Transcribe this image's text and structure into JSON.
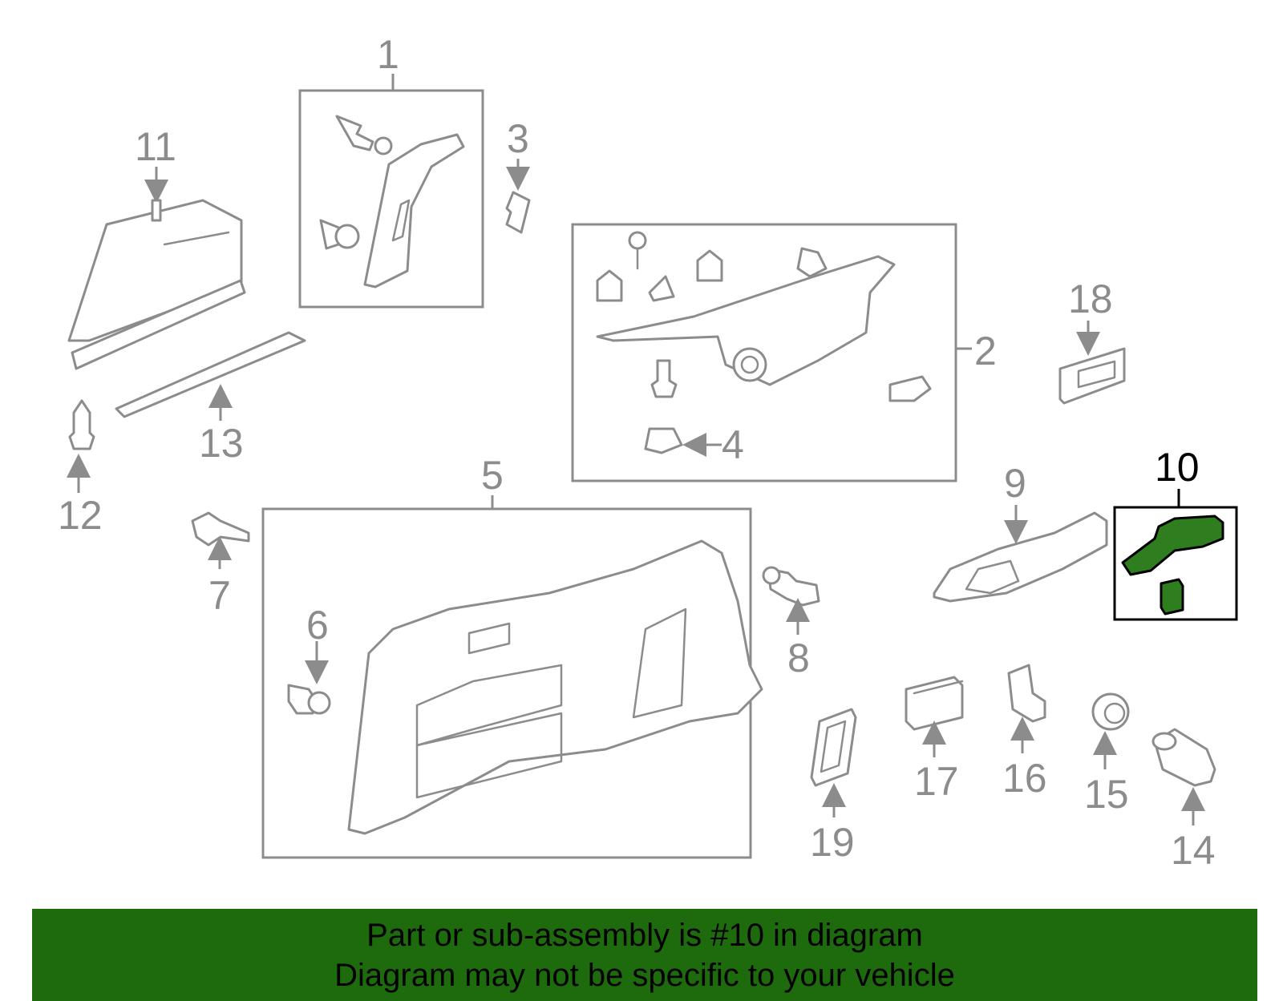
{
  "callouts": {
    "c1": "1",
    "c2": "2",
    "c3": "3",
    "c4": "4",
    "c5": "5",
    "c6": "6",
    "c7": "7",
    "c8": "8",
    "c9": "9",
    "c10": "10",
    "c11": "11",
    "c12": "12",
    "c13": "13",
    "c14": "14",
    "c15": "15",
    "c16": "16",
    "c17": "17",
    "c18": "18",
    "c19": "19"
  },
  "highlight": {
    "part": "10",
    "color": "#2e7d1f",
    "banner_color": "#1e6b0d"
  },
  "banner": {
    "line1": "Part or sub-assembly is #10 in diagram",
    "line2": "Diagram may not be specific to your vehicle"
  },
  "colors": {
    "line": "#8c8c8c",
    "highlight_line": "#000000"
  }
}
